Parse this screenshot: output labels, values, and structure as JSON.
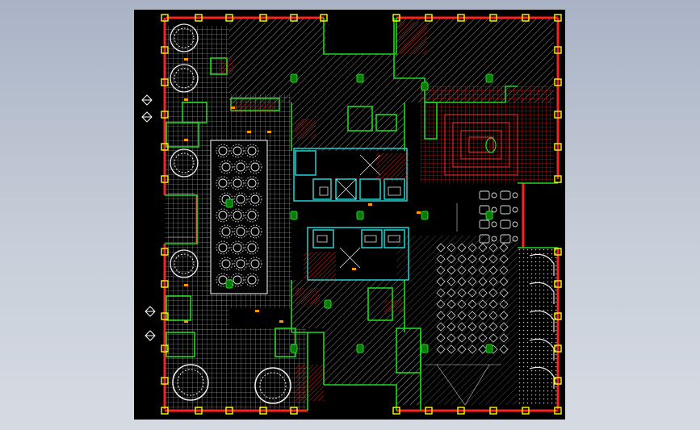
{
  "app": {
    "background_gradient": [
      "#a9b3c5",
      "#d6dbe3"
    ],
    "viewport_background": "#000000"
  },
  "drawing": {
    "type": "architectural floor plan (CAD)",
    "layer_colors": {
      "wall_green": "#1ed81e",
      "window_red": "#ff2020",
      "column_yellow": "#ffff00",
      "hatch_grey": "#9a9a9a",
      "elevator_cyan": "#22d3d3",
      "furniture_white": "#e8e8e8",
      "accent_orange": "#ff9a00"
    },
    "rooms": [
      {
        "id": "dining-west",
        "label": "",
        "kind": "round-table dining"
      },
      {
        "id": "kitchen-central",
        "label": "",
        "kind": "open seating grid"
      },
      {
        "id": "core-elevators",
        "label": "",
        "kind": "elevator and stair core"
      },
      {
        "id": "lounge-east",
        "label": "",
        "kind": "lounge seating"
      },
      {
        "id": "office-northeast",
        "label": "",
        "kind": "hatched office zone"
      }
    ]
  }
}
